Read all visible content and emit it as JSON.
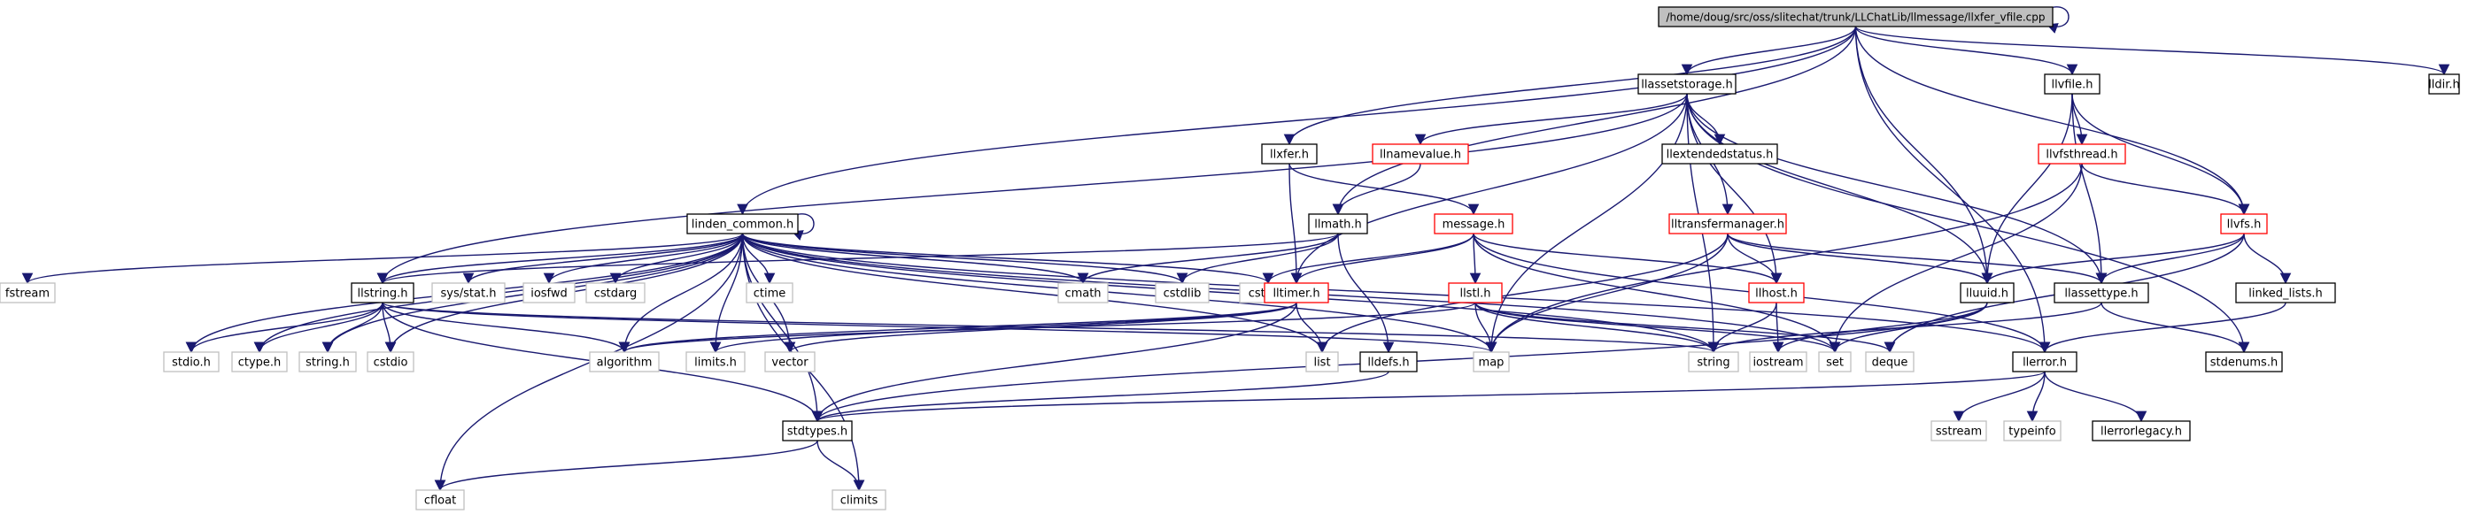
{
  "graph": {
    "nodes": [
      {
        "id": "root",
        "label": "/home/doug/src/oss/slitechat/trunk/LLChatLib/llmessage/llxfer_vfile.cpp",
        "style": "root"
      },
      {
        "id": "llassetstorage",
        "label": "llassetstorage.h",
        "style": "black"
      },
      {
        "id": "lldir",
        "label": "lldir.h",
        "style": "black"
      },
      {
        "id": "llvfile",
        "label": "llvfile.h",
        "style": "black"
      },
      {
        "id": "llxfer",
        "label": "llxfer.h",
        "style": "black"
      },
      {
        "id": "llnamevalue",
        "label": "llnamevalue.h",
        "style": "red"
      },
      {
        "id": "llextendedstatus",
        "label": "llextendedstatus.h",
        "style": "black"
      },
      {
        "id": "llvfsthread",
        "label": "llvfsthread.h",
        "style": "red"
      },
      {
        "id": "linden_common",
        "label": "linden_common.h",
        "style": "black"
      },
      {
        "id": "llmath",
        "label": "llmath.h",
        "style": "black"
      },
      {
        "id": "message",
        "label": "message.h",
        "style": "red"
      },
      {
        "id": "lltransfermanager",
        "label": "lltransfermanager.h",
        "style": "red"
      },
      {
        "id": "llvfs",
        "label": "llvfs.h",
        "style": "red"
      },
      {
        "id": "fstream",
        "label": "fstream",
        "style": "grey"
      },
      {
        "id": "llstring",
        "label": "llstring.h",
        "style": "black"
      },
      {
        "id": "sysstat",
        "label": "sys/stat.h",
        "style": "grey"
      },
      {
        "id": "iosfwd",
        "label": "iosfwd",
        "style": "grey"
      },
      {
        "id": "cstdarg",
        "label": "cstdarg",
        "style": "grey"
      },
      {
        "id": "ctime",
        "label": "ctime",
        "style": "grey"
      },
      {
        "id": "cmath",
        "label": "cmath",
        "style": "grey"
      },
      {
        "id": "cstdlib",
        "label": "cstdlib",
        "style": "grey"
      },
      {
        "id": "cstring",
        "label": "cstring",
        "style": "grey"
      },
      {
        "id": "lltimer",
        "label": "lltimer.h",
        "style": "red"
      },
      {
        "id": "llstl",
        "label": "llstl.h",
        "style": "red"
      },
      {
        "id": "llhost",
        "label": "llhost.h",
        "style": "red"
      },
      {
        "id": "lluuid",
        "label": "lluuid.h",
        "style": "black"
      },
      {
        "id": "llassettype",
        "label": "llassettype.h",
        "style": "black"
      },
      {
        "id": "linked_lists",
        "label": "linked_lists.h",
        "style": "black"
      },
      {
        "id": "stdioh",
        "label": "stdio.h",
        "style": "grey"
      },
      {
        "id": "ctypeh",
        "label": "ctype.h",
        "style": "grey"
      },
      {
        "id": "stringh",
        "label": "string.h",
        "style": "grey"
      },
      {
        "id": "cstdio",
        "label": "cstdio",
        "style": "grey"
      },
      {
        "id": "algorithm",
        "label": "algorithm",
        "style": "grey"
      },
      {
        "id": "limitsh",
        "label": "limits.h",
        "style": "grey"
      },
      {
        "id": "vector",
        "label": "vector",
        "style": "grey"
      },
      {
        "id": "list",
        "label": "list",
        "style": "grey"
      },
      {
        "id": "lldefs",
        "label": "lldefs.h",
        "style": "black"
      },
      {
        "id": "map",
        "label": "map",
        "style": "grey"
      },
      {
        "id": "string",
        "label": "string",
        "style": "grey"
      },
      {
        "id": "iostream",
        "label": "iostream",
        "style": "grey"
      },
      {
        "id": "set",
        "label": "set",
        "style": "grey"
      },
      {
        "id": "deque",
        "label": "deque",
        "style": "grey"
      },
      {
        "id": "llerror",
        "label": "llerror.h",
        "style": "black"
      },
      {
        "id": "stdenums",
        "label": "stdenums.h",
        "style": "black"
      },
      {
        "id": "stdtypes",
        "label": "stdtypes.h",
        "style": "black"
      },
      {
        "id": "sstream",
        "label": "sstream",
        "style": "grey"
      },
      {
        "id": "typeinfo",
        "label": "typeinfo",
        "style": "grey"
      },
      {
        "id": "llerrorlegacy",
        "label": "llerrorlegacy.h",
        "style": "black"
      },
      {
        "id": "cfloat",
        "label": "cfloat",
        "style": "grey"
      },
      {
        "id": "climits",
        "label": "climits",
        "style": "grey"
      }
    ],
    "edges": [
      [
        "root",
        "root"
      ],
      [
        "root",
        "llassetstorage"
      ],
      [
        "root",
        "lldir"
      ],
      [
        "root",
        "llvfile"
      ],
      [
        "root",
        "llxfer"
      ],
      [
        "root",
        "linden_common"
      ],
      [
        "root",
        "llmath"
      ],
      [
        "root",
        "lluuid"
      ],
      [
        "root",
        "llvfs"
      ],
      [
        "root",
        "llerror"
      ],
      [
        "llassetstorage",
        "llnamevalue"
      ],
      [
        "llassetstorage",
        "llextendedstatus"
      ],
      [
        "llassetstorage",
        "llstring"
      ],
      [
        "llassetstorage",
        "lltransfermanager"
      ],
      [
        "llassetstorage",
        "lltimer"
      ],
      [
        "llassetstorage",
        "llhost"
      ],
      [
        "llassetstorage",
        "lluuid"
      ],
      [
        "llassetstorage",
        "llassettype"
      ],
      [
        "llassetstorage",
        "string"
      ],
      [
        "llassetstorage",
        "stdenums"
      ],
      [
        "llassetstorage",
        "map"
      ],
      [
        "llvfile",
        "llvfsthread"
      ],
      [
        "llvfile",
        "llvfs"
      ],
      [
        "llvfile",
        "lluuid"
      ],
      [
        "llvfile",
        "llassettype"
      ],
      [
        "llxfer",
        "message"
      ],
      [
        "llxfer",
        "lltimer"
      ],
      [
        "llnamevalue",
        "llmath"
      ],
      [
        "llvfsthread",
        "llvfs"
      ],
      [
        "llvfsthread",
        "map"
      ],
      [
        "llvfsthread",
        "set"
      ],
      [
        "linden_common",
        "linden_common"
      ],
      [
        "linden_common",
        "fstream"
      ],
      [
        "linden_common",
        "llstring"
      ],
      [
        "linden_common",
        "sysstat"
      ],
      [
        "linden_common",
        "iosfwd"
      ],
      [
        "linden_common",
        "cstdarg"
      ],
      [
        "linden_common",
        "ctime"
      ],
      [
        "linden_common",
        "cmath"
      ],
      [
        "linden_common",
        "cstdlib"
      ],
      [
        "linden_common",
        "cstring"
      ],
      [
        "linden_common",
        "stdioh"
      ],
      [
        "linden_common",
        "ctypeh"
      ],
      [
        "linden_common",
        "stringh"
      ],
      [
        "linden_common",
        "cstdio"
      ],
      [
        "linden_common",
        "algorithm"
      ],
      [
        "linden_common",
        "limitsh"
      ],
      [
        "linden_common",
        "vector"
      ],
      [
        "linden_common",
        "list"
      ],
      [
        "linden_common",
        "map"
      ],
      [
        "linden_common",
        "string"
      ],
      [
        "linden_common",
        "llerror"
      ],
      [
        "linden_common",
        "stdtypes"
      ],
      [
        "linden_common",
        "cfloat"
      ],
      [
        "linden_common",
        "climits"
      ],
      [
        "linden_common",
        "set"
      ],
      [
        "llmath",
        "cmath"
      ],
      [
        "llmath",
        "cstdlib"
      ],
      [
        "llmath",
        "lldefs"
      ],
      [
        "llmath",
        "llstring"
      ],
      [
        "message",
        "lltimer"
      ],
      [
        "message",
        "llstl"
      ],
      [
        "message",
        "llhost"
      ],
      [
        "message",
        "set"
      ],
      [
        "message",
        "llerror"
      ],
      [
        "message",
        "cstring"
      ],
      [
        "lltransfermanager",
        "llhost"
      ],
      [
        "lltransfermanager",
        "lluuid"
      ],
      [
        "lltransfermanager",
        "list"
      ],
      [
        "lltransfermanager",
        "map"
      ],
      [
        "lltransfermanager",
        "llassettype"
      ],
      [
        "llvfs",
        "lluuid"
      ],
      [
        "llvfs",
        "llassettype"
      ],
      [
        "llvfs",
        "linked_lists"
      ],
      [
        "llvfs",
        "deque"
      ],
      [
        "llstring",
        "stdioh"
      ],
      [
        "llstring",
        "ctypeh"
      ],
      [
        "llstring",
        "stringh"
      ],
      [
        "llstring",
        "cstdio"
      ],
      [
        "llstring",
        "algorithm"
      ],
      [
        "llstring",
        "map"
      ],
      [
        "llstring",
        "string"
      ],
      [
        "llstring",
        "stdtypes"
      ],
      [
        "lltimer",
        "limitsh"
      ],
      [
        "lltimer",
        "list"
      ],
      [
        "lltimer",
        "stdtypes"
      ],
      [
        "lltimer",
        "vector"
      ],
      [
        "lltimer",
        "algorithm"
      ],
      [
        "llstl",
        "map"
      ],
      [
        "llstl",
        "algorithm"
      ],
      [
        "llstl",
        "set"
      ],
      [
        "llstl",
        "deque"
      ],
      [
        "llstl",
        "string"
      ],
      [
        "llhost",
        "string"
      ],
      [
        "llhost",
        "iostream"
      ],
      [
        "lluuid",
        "iostream"
      ],
      [
        "lluuid",
        "set"
      ],
      [
        "lluuid",
        "stdtypes"
      ],
      [
        "llassettype",
        "string"
      ],
      [
        "llassettype",
        "stdenums"
      ],
      [
        "linked_lists",
        "llerror"
      ],
      [
        "lldefs",
        "stdtypes"
      ],
      [
        "llerror",
        "sstream"
      ],
      [
        "llerror",
        "typeinfo"
      ],
      [
        "llerror",
        "llerrorlegacy"
      ],
      [
        "llerror",
        "stdtypes"
      ],
      [
        "stdtypes",
        "cfloat"
      ],
      [
        "stdtypes",
        "climits"
      ]
    ]
  }
}
